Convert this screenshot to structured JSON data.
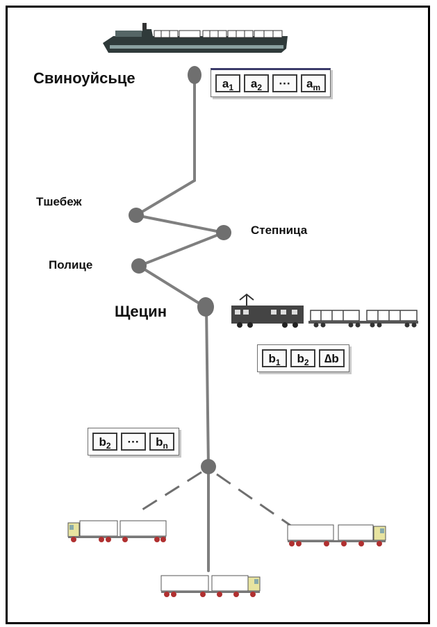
{
  "places": {
    "swinoujscie": "Свиноуйсьце",
    "trzebiez": "Тшебеж",
    "stepnica": "Степница",
    "police": "Полице",
    "szczecin": "Щецин"
  },
  "cargo_top": [
    {
      "base": "a",
      "sub": "1"
    },
    {
      "base": "a",
      "sub": "2"
    },
    {
      "base": "···",
      "sub": ""
    },
    {
      "base": "a",
      "sub": "m"
    }
  ],
  "cargo_train": [
    {
      "base": "b",
      "sub": "1"
    },
    {
      "base": "b",
      "sub": "2"
    },
    {
      "base": "∆b",
      "sub": ""
    }
  ],
  "cargo_trucks": [
    {
      "base": "b",
      "sub": "2"
    },
    {
      "base": "···",
      "sub": ""
    },
    {
      "base": "b",
      "sub": "n"
    }
  ],
  "colors": {
    "route": "#7f7f7f",
    "node": "#6f6f6f",
    "ship_hull": "#2f3a3a",
    "truck_cab": "#e8e4a0",
    "wheel": "#b03030"
  }
}
